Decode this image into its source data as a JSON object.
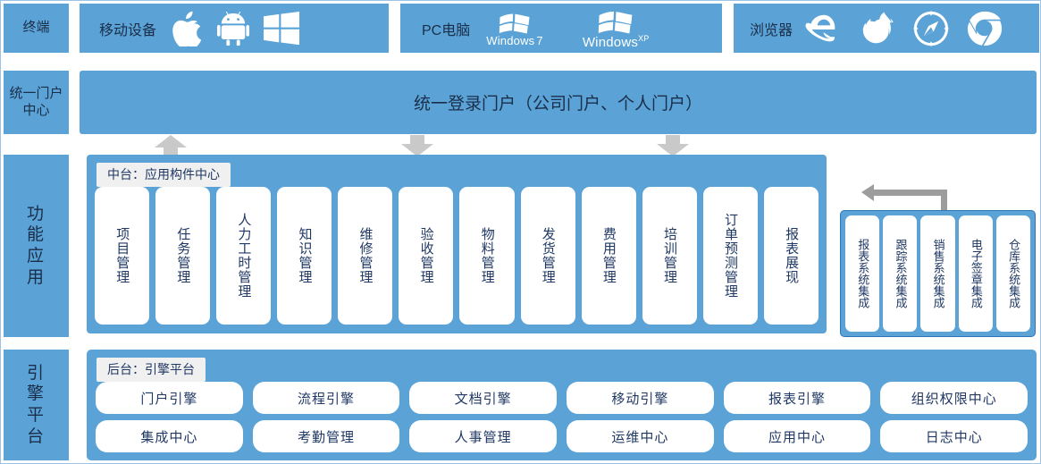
{
  "theme": {
    "blue": "#5ba3d6",
    "text_navy": "#1f3864",
    "arrow_gray": "#c9c9c9",
    "card_white": "#ffffff",
    "tag_gray": "#f0f0f0"
  },
  "sidebar": {
    "items": [
      {
        "label": "终端"
      },
      {
        "label": "统一门户中心"
      },
      {
        "label": "功能应用"
      },
      {
        "label": "引擎平台"
      }
    ]
  },
  "terminal_row": {
    "groups": [
      {
        "title": "移动设备",
        "icons": [
          {
            "name": "apple-icon",
            "label": "Apple"
          },
          {
            "name": "android-icon",
            "label": "Android"
          },
          {
            "name": "windows-icon",
            "label": "Windows"
          }
        ]
      },
      {
        "title": "PC电脑",
        "icons": [
          {
            "name": "windows7-icon",
            "label": "Windows",
            "version": "7"
          },
          {
            "name": "windowsxp-icon",
            "label": "Windows",
            "version": "XP"
          }
        ]
      },
      {
        "title": "浏览器",
        "icons": [
          {
            "name": "internet-explorer-icon",
            "label": "Internet Explorer"
          },
          {
            "name": "firefox-icon",
            "label": "Firefox"
          },
          {
            "name": "safari-icon",
            "label": "Safari"
          },
          {
            "name": "chrome-icon",
            "label": "Chrome"
          }
        ]
      }
    ]
  },
  "portal": {
    "title": "统一登录门户（公司门户、个人门户）"
  },
  "arrows": [
    {
      "name": "arrow-up-portal",
      "direction": "up"
    },
    {
      "name": "arrow-down-portal-1",
      "direction": "down"
    },
    {
      "name": "arrow-down-portal-2",
      "direction": "down"
    },
    {
      "name": "arrow-left-integration",
      "direction": "left"
    }
  ],
  "function_panel": {
    "tag": "中台：应用构件中心",
    "cards": [
      {
        "label": "项目管理"
      },
      {
        "label": "任务管理"
      },
      {
        "label": "人力工时管理"
      },
      {
        "label": "知识管理"
      },
      {
        "label": "维修管理"
      },
      {
        "label": "验收管理"
      },
      {
        "label": "物料管理"
      },
      {
        "label": "发货管理"
      },
      {
        "label": "费用管理"
      },
      {
        "label": "培训管理"
      },
      {
        "label": "订单预测管理"
      },
      {
        "label": "报表展现"
      }
    ]
  },
  "integration_panel": {
    "cards": [
      {
        "label": "报表系统集成"
      },
      {
        "label": "跟踪系统集成"
      },
      {
        "label": "销售系统集成"
      },
      {
        "label": "电子签章集成"
      },
      {
        "label": "仓库系统集成"
      }
    ]
  },
  "engine_panel": {
    "tag": "后台：引擎平台",
    "rows": [
      [
        {
          "label": "门户引擎"
        },
        {
          "label": "流程引擎"
        },
        {
          "label": "文档引擎"
        },
        {
          "label": "移动引擎"
        },
        {
          "label": "报表引擎"
        },
        {
          "label": "组织权限中心"
        }
      ],
      [
        {
          "label": "集成中心"
        },
        {
          "label": "考勤管理"
        },
        {
          "label": "人事管理"
        },
        {
          "label": "运维中心"
        },
        {
          "label": "应用中心"
        },
        {
          "label": "日志中心"
        }
      ]
    ]
  }
}
